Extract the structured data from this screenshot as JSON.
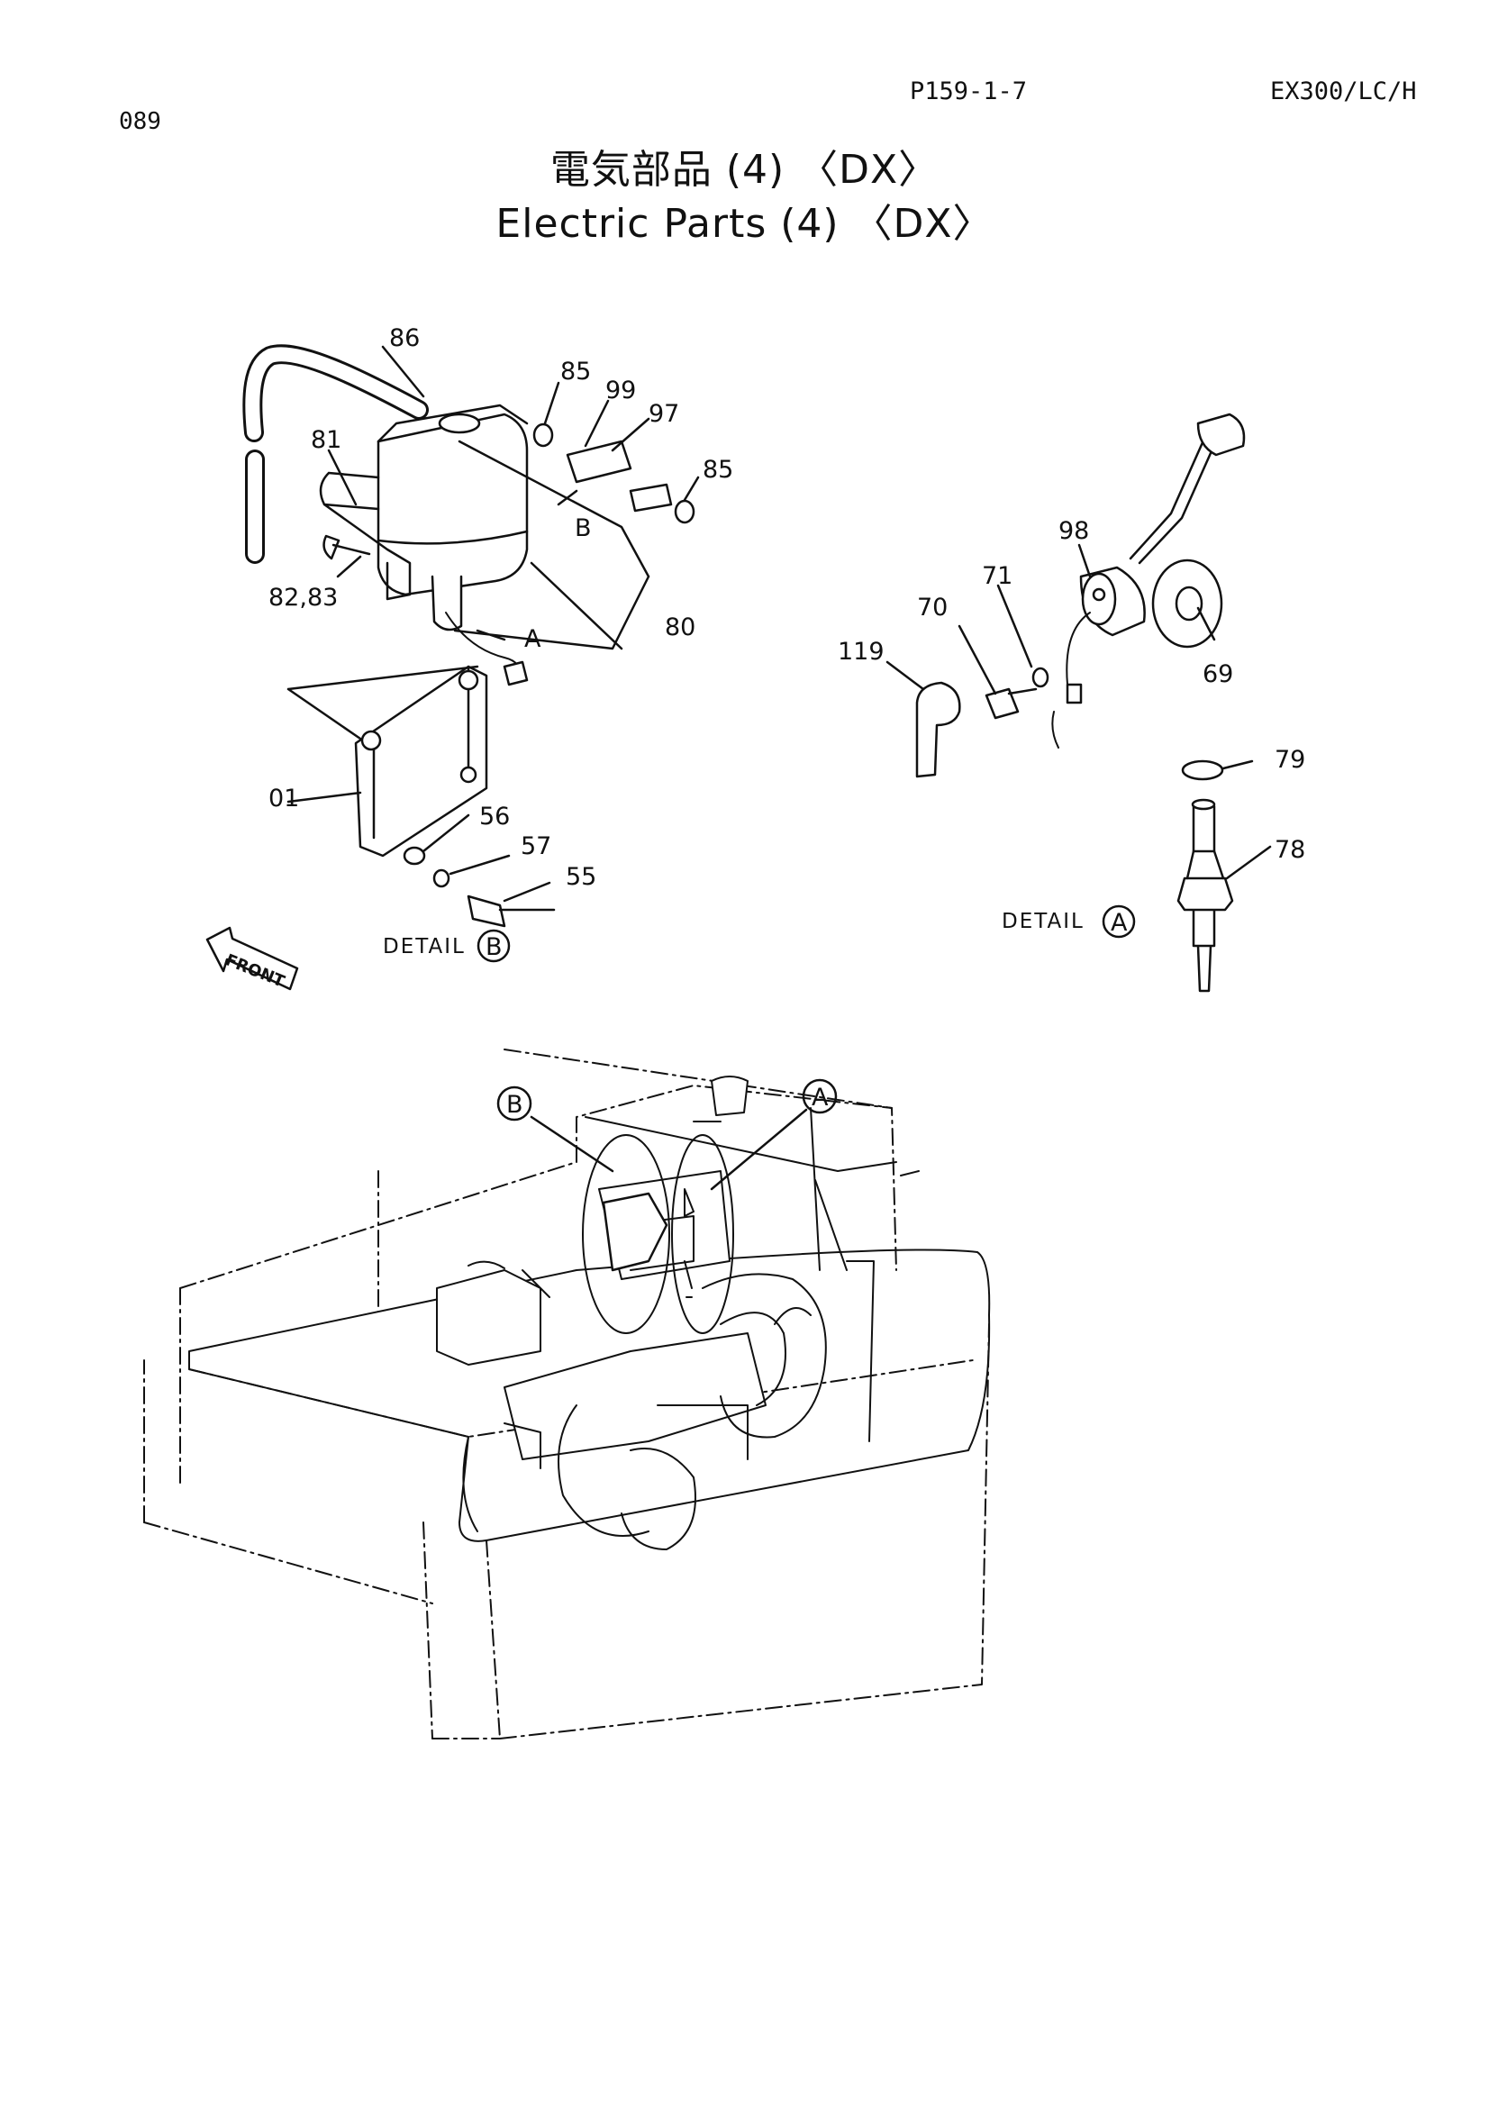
{
  "header": {
    "page_number": "089",
    "part_reference": "P159-1-7",
    "model": "EX300/LC/H"
  },
  "title": {
    "japanese": "電気部品 (4) 〈DX〉",
    "english": "Electric Parts (4) 〈DX〉"
  },
  "detail_b": {
    "caption": "DETAIL",
    "marker": "B",
    "part_labels": [
      "86",
      "81",
      "82,83",
      "85",
      "99",
      "97",
      "85",
      "B",
      "A",
      "80",
      "01",
      "56",
      "57",
      "55"
    ]
  },
  "detail_a": {
    "caption": "DETAIL",
    "marker": "A",
    "part_labels": [
      "98",
      "71",
      "70",
      "119",
      "69",
      "79",
      "78"
    ]
  },
  "front_arrow": {
    "label": "FRONT"
  },
  "overview": {
    "callouts": [
      "B",
      "A"
    ]
  }
}
